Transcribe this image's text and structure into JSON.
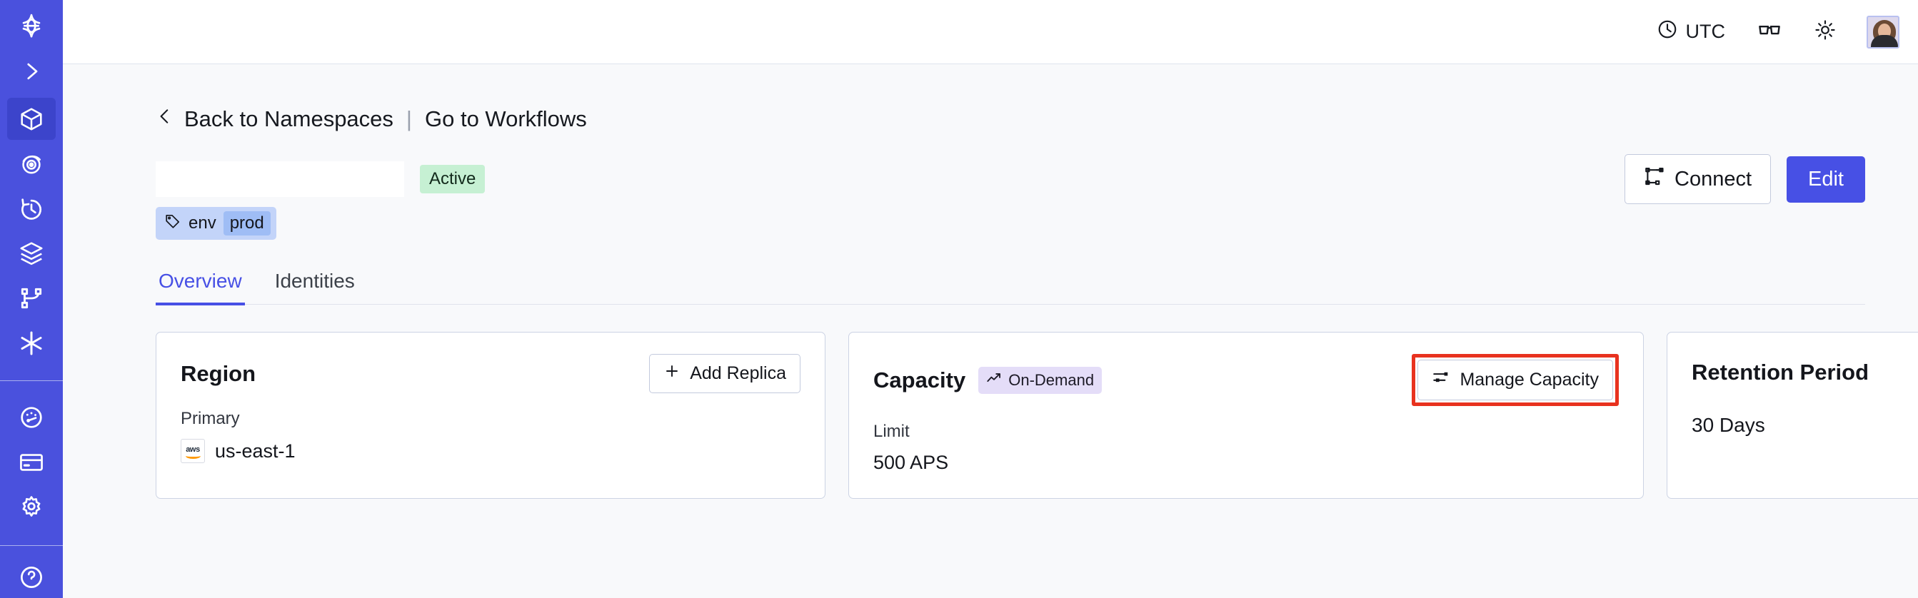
{
  "sidebar": {
    "brand_color": "#4a51dd",
    "active_color": "#3c44cb",
    "items": [
      {
        "name": "logo",
        "icon": "compass-star-logo-icon",
        "active": false
      },
      {
        "name": "expand",
        "icon": "chevron-right-icon",
        "active": false
      },
      {
        "name": "namespaces",
        "icon": "cube-icon",
        "active": true
      },
      {
        "name": "observe",
        "icon": "eye-spiral-icon",
        "active": false
      },
      {
        "name": "schedules",
        "icon": "clock-rewind-icon",
        "active": false
      },
      {
        "name": "batch",
        "icon": "layers-icon",
        "active": false
      },
      {
        "name": "workflows",
        "icon": "git-branch-icon",
        "active": false
      },
      {
        "name": "nexus",
        "icon": "asterisk-icon",
        "active": false
      },
      {
        "name": "usage",
        "icon": "gauge-icon",
        "active": false
      },
      {
        "name": "billing",
        "icon": "credit-card-icon",
        "active": false
      },
      {
        "name": "settings",
        "icon": "gear-icon",
        "active": false
      }
    ]
  },
  "topbar": {
    "timezone_label": "UTC",
    "timezone_icon": "clock-icon",
    "docs_icon": "glasses-icon",
    "theme_icon": "sun-icon",
    "avatar_icon": "user-avatar"
  },
  "breadcrumb": {
    "back_icon": "chevron-left-icon",
    "back_label": "Back to Namespaces",
    "separator": "|",
    "forward_label": "Go to Workflows"
  },
  "header": {
    "namespace_title": "",
    "status_badge": "Active",
    "status_badge_color": "#c6f0d3",
    "tag": {
      "icon": "tag-icon",
      "key": "env",
      "value": "prod",
      "bg": "#c3d4f9",
      "value_bg": "#9fbdf5"
    },
    "connect_button": {
      "label": "Connect",
      "icon": "connect-flow-icon"
    },
    "edit_button": {
      "label": "Edit",
      "color": "#4750e5"
    }
  },
  "tabs": {
    "items": [
      {
        "label": "Overview",
        "selected": true
      },
      {
        "label": "Identities",
        "selected": false
      }
    ],
    "accent": "#4750e5"
  },
  "cards": {
    "region": {
      "title": "Region",
      "action": {
        "label": "Add Replica",
        "icon": "plus-icon"
      },
      "label": "Primary",
      "provider_icon": "aws-logo-icon",
      "provider_text": "aws",
      "value": "us-east-1"
    },
    "capacity": {
      "title": "Capacity",
      "badge": {
        "label": "On-Demand",
        "icon": "trending-up-icon",
        "bg": "#e4ddf8"
      },
      "action": {
        "label": "Manage Capacity",
        "icon": "sliders-icon",
        "highlighted": true,
        "highlight_color": "#e8321f"
      },
      "label": "Limit",
      "value": "500 APS"
    },
    "retention": {
      "title": "Retention Period",
      "value": "30 Days"
    }
  }
}
